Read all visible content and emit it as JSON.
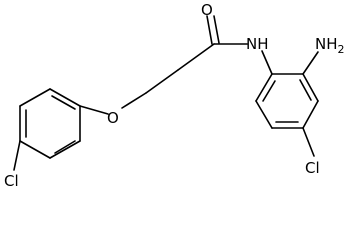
{
  "molecule": {
    "atoms": [
      {
        "id": "cl1",
        "label": "Cl"
      },
      {
        "id": "o_ether",
        "label": "O"
      },
      {
        "id": "o_carbonyl",
        "label": "O"
      },
      {
        "id": "nh",
        "label": "NH"
      },
      {
        "id": "nh2",
        "label": "NH",
        "subscript": "2"
      },
      {
        "id": "cl2",
        "label": "Cl"
      }
    ]
  }
}
